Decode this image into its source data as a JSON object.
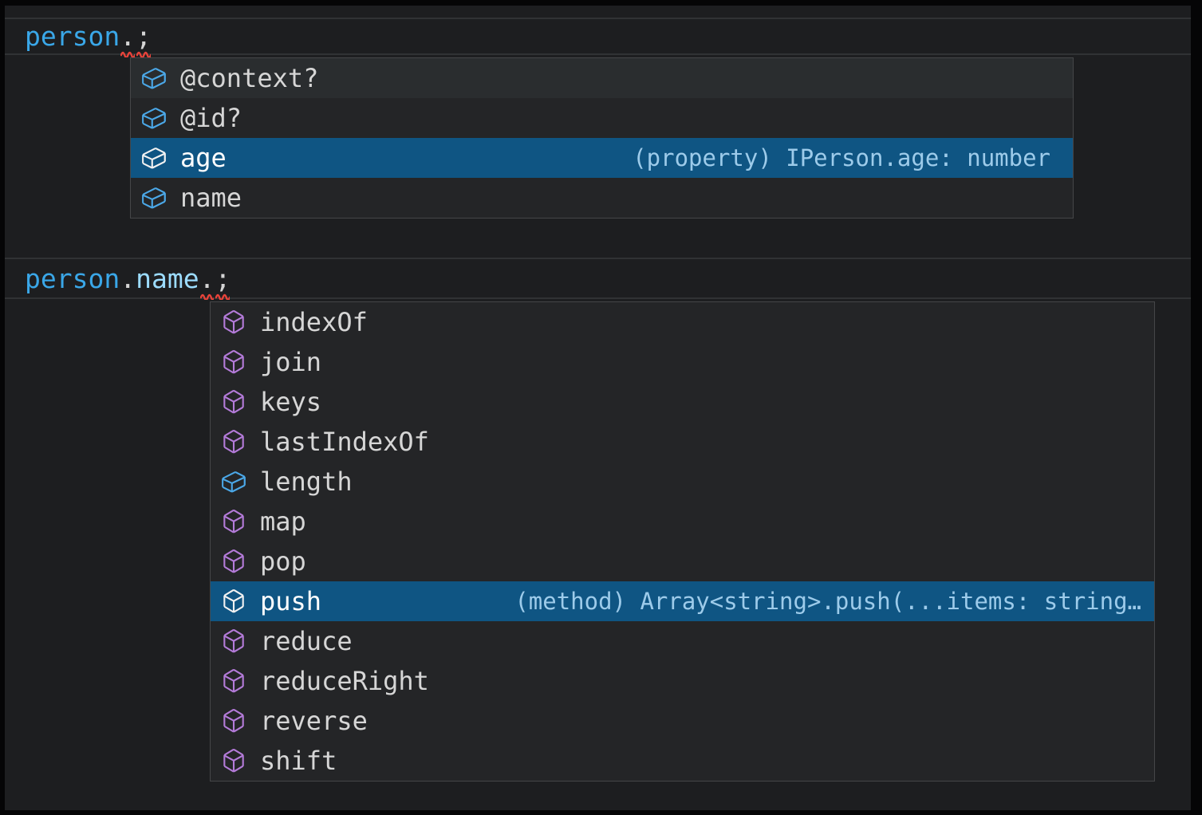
{
  "colors": {
    "editor_bg": "#1d1e20",
    "frame_bg": "#050506",
    "popup_bg": "#242527",
    "popup_border": "#454648",
    "hover_bg": "#2a2d2f",
    "selection_bg": "#0f5583",
    "label": "#d6d6d6",
    "selected_label": "#ffffff",
    "detail": "#9dcbea",
    "field_icon": "#4ba8e8",
    "method_icon": "#b47bd9",
    "selected_icon": "#f2f2f2",
    "variable": "#3aa7e8",
    "property": "#9cdcfe",
    "punctuation": "#d4d4d4",
    "squiggle": "#e8433a",
    "line_border": "#303234"
  },
  "snippet1": {
    "code": [
      {
        "text": "person",
        "role": "variable"
      },
      {
        "text": ".",
        "role": "punct",
        "squiggle": true
      },
      {
        "text": ";",
        "role": "punct",
        "squiggle": true
      }
    ],
    "suggest": {
      "items": [
        {
          "label": "@context?",
          "kind": "field",
          "state": "hover"
        },
        {
          "label": "@id?",
          "kind": "field"
        },
        {
          "label": "age",
          "kind": "field",
          "state": "selected",
          "detail": "(property) IPerson.age: number"
        },
        {
          "label": "name",
          "kind": "field"
        }
      ]
    }
  },
  "snippet2": {
    "code": [
      {
        "text": "person",
        "role": "variable"
      },
      {
        "text": ".",
        "role": "punct"
      },
      {
        "text": "name",
        "role": "property"
      },
      {
        "text": ".",
        "role": "punct",
        "squiggle": true
      },
      {
        "text": ";",
        "role": "punct",
        "squiggle": true
      }
    ],
    "suggest": {
      "items": [
        {
          "label": "indexOf",
          "kind": "method"
        },
        {
          "label": "join",
          "kind": "method"
        },
        {
          "label": "keys",
          "kind": "method"
        },
        {
          "label": "lastIndexOf",
          "kind": "method"
        },
        {
          "label": "length",
          "kind": "field"
        },
        {
          "label": "map",
          "kind": "method"
        },
        {
          "label": "pop",
          "kind": "method"
        },
        {
          "label": "push",
          "kind": "method",
          "state": "selected",
          "detail": "(method) Array<string>.push(...items: string…"
        },
        {
          "label": "reduce",
          "kind": "method"
        },
        {
          "label": "reduceRight",
          "kind": "method"
        },
        {
          "label": "reverse",
          "kind": "method"
        },
        {
          "label": "shift",
          "kind": "method"
        }
      ]
    }
  }
}
